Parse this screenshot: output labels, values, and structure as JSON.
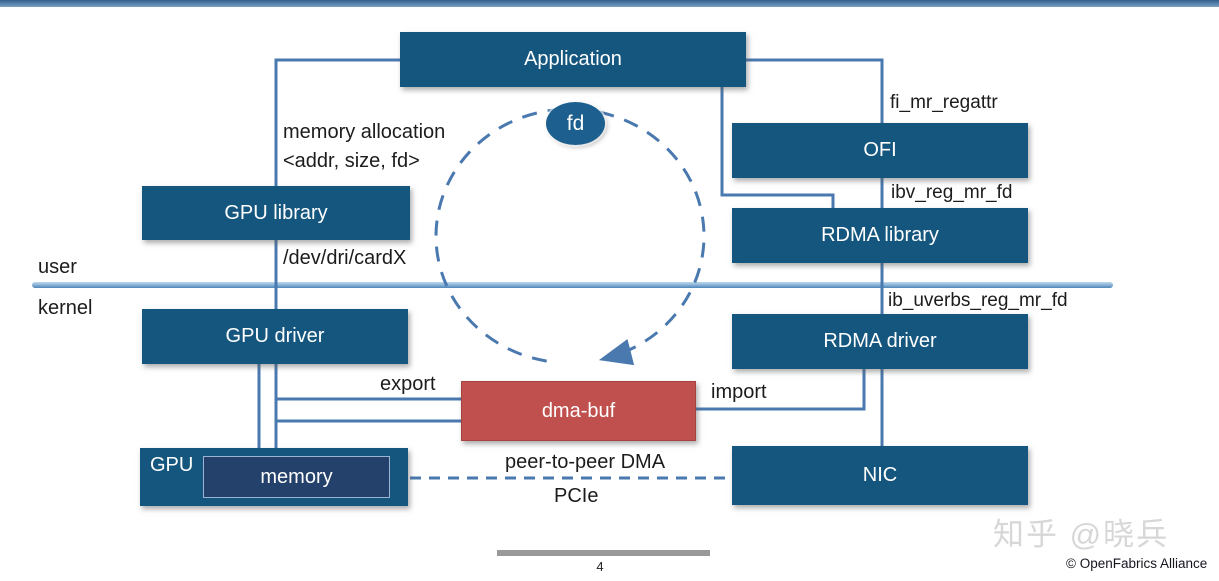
{
  "slide": {
    "boxes": {
      "application": "Application",
      "gpu_library": "GPU library",
      "ofi": "OFI",
      "rdma_library": "RDMA library",
      "gpu_driver": "GPU driver",
      "rdma_driver": "RDMA driver",
      "dma_buf": "dma-buf",
      "gpu": "GPU",
      "memory": "memory",
      "nic": "NIC",
      "fd": "fd"
    },
    "labels": {
      "memory_allocation_line1": "memory allocation",
      "memory_allocation_line2": "<addr, size, fd>",
      "dev_path": "/dev/dri/cardX",
      "fi_mr_regattr": "fi_mr_regattr",
      "ibv_reg_mr_fd": "ibv_reg_mr_fd",
      "ib_uverbs_reg_mr_fd": "ib_uverbs_reg_mr_fd",
      "user": "user",
      "kernel": "kernel",
      "export": "export",
      "import": "import",
      "p2p_dma": "peer-to-peer DMA",
      "pcie": "PCIe"
    },
    "footer": {
      "page_number": "4",
      "watermark": "知乎 @晓兵",
      "copyright": "© OpenFabrics Alliance"
    },
    "colors": {
      "box_blue": "#15567e",
      "fd_blue": "#1d6090",
      "dma_red": "#c0504d",
      "line_blue": "#4a79af",
      "memory_navy": "#24416b",
      "watermark_gray": "#d7d7d7",
      "pagebar_gray": "#999999"
    }
  }
}
